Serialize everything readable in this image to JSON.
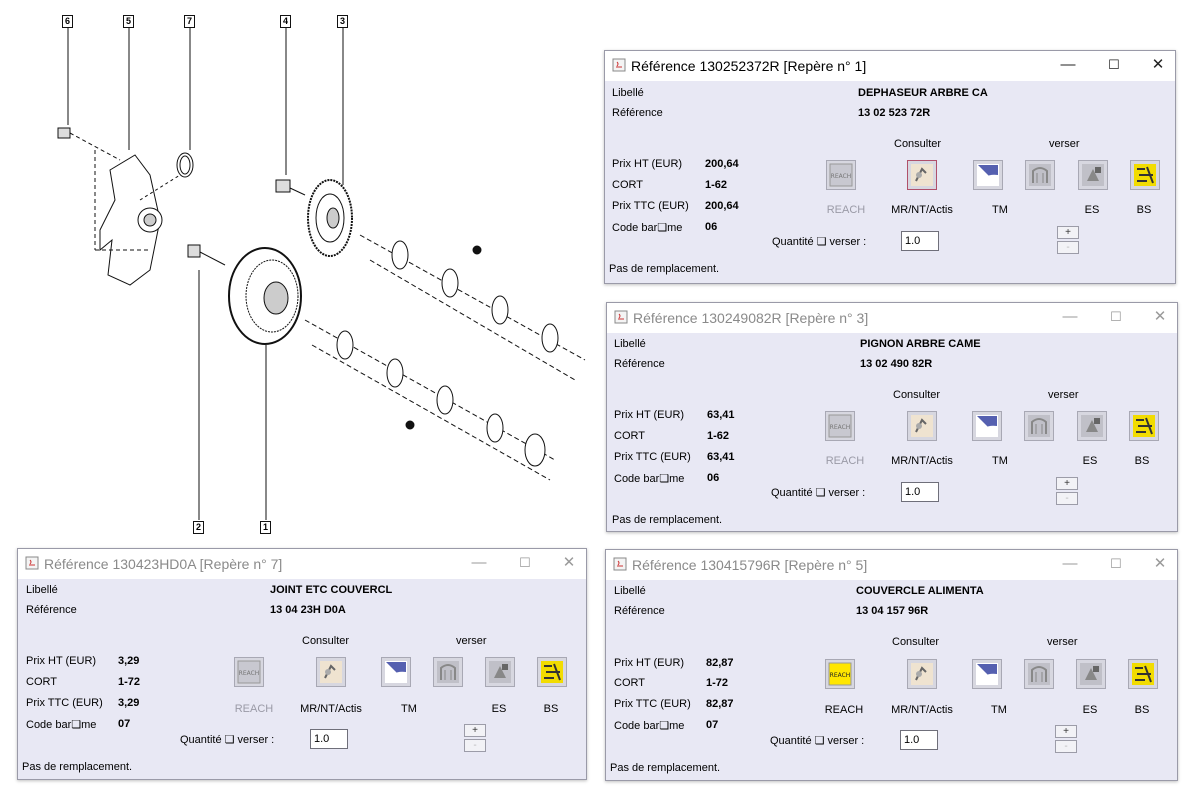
{
  "diagram": {
    "callouts": [
      "6",
      "5",
      "7",
      "4",
      "3",
      "2",
      "1"
    ]
  },
  "windows": [
    {
      "title": "Référence 130252372R [Repère n° 1]",
      "libelle_label": "Libellé",
      "libelle": "DEPHASEUR ARBRE CA",
      "reference_label": "Référence",
      "reference": "13 02 523 72R",
      "prix_ht_label": "Prix HT (EUR)",
      "prix_ht": "200,64",
      "cort_label": "CORT",
      "cort": "1-62",
      "prix_ttc_label": "Prix TTC (EUR)",
      "prix_ttc": "200,64",
      "code_label": "Code bar❏me",
      "code": "06",
      "consulter_label": "Consulter",
      "verser_label": "verser",
      "icons": {
        "reach": "REACH",
        "mr": "MR/NT/Actis",
        "tm": "TM",
        "es": "ES",
        "bs": "BS"
      },
      "reach_enabled": false,
      "quantite_label": "Quantité ❏ verser :",
      "quantite": "1.0",
      "plus": "+",
      "minus": "-",
      "note": "Pas de remplacement."
    },
    {
      "title": "Référence 130249082R [Repère n° 3]",
      "libelle_label": "Libellé",
      "libelle": "PIGNON ARBRE CAME",
      "reference_label": "Référence",
      "reference": "13 02 490 82R",
      "prix_ht_label": "Prix HT (EUR)",
      "prix_ht": "63,41",
      "cort_label": "CORT",
      "cort": "1-62",
      "prix_ttc_label": "Prix TTC (EUR)",
      "prix_ttc": "63,41",
      "code_label": "Code bar❏me",
      "code": "06",
      "consulter_label": "Consulter",
      "verser_label": "verser",
      "icons": {
        "reach": "REACH",
        "mr": "MR/NT/Actis",
        "tm": "TM",
        "es": "ES",
        "bs": "BS"
      },
      "reach_enabled": false,
      "quantite_label": "Quantité ❏ verser :",
      "quantite": "1.0",
      "plus": "+",
      "minus": "-",
      "note": "Pas de remplacement."
    },
    {
      "title": "Référence 130423HD0A [Repère n° 7]",
      "libelle_label": "Libellé",
      "libelle": "JOINT ETC COUVERCL",
      "reference_label": "Référence",
      "reference": "13 04 23H D0A",
      "prix_ht_label": "Prix HT (EUR)",
      "prix_ht": "3,29",
      "cort_label": "CORT",
      "cort": "1-72",
      "prix_ttc_label": "Prix TTC (EUR)",
      "prix_ttc": "3,29",
      "code_label": "Code bar❏me",
      "code": "07",
      "consulter_label": "Consulter",
      "verser_label": "verser",
      "icons": {
        "reach": "REACH",
        "mr": "MR/NT/Actis",
        "tm": "TM",
        "es": "ES",
        "bs": "BS"
      },
      "reach_enabled": false,
      "quantite_label": "Quantité ❏ verser :",
      "quantite": "1.0",
      "plus": "+",
      "minus": "-",
      "note": "Pas de remplacement."
    },
    {
      "title": "Référence 130415796R [Repère n° 5]",
      "libelle_label": "Libellé",
      "libelle": "COUVERCLE ALIMENTA",
      "reference_label": "Référence",
      "reference": "13 04 157 96R",
      "prix_ht_label": "Prix HT (EUR)",
      "prix_ht": "82,87",
      "cort_label": "CORT",
      "cort": "1-72",
      "prix_ttc_label": "Prix TTC (EUR)",
      "prix_ttc": "82,87",
      "code_label": "Code bar❏me",
      "code": "07",
      "consulter_label": "Consulter",
      "verser_label": "verser",
      "icons": {
        "reach": "REACH",
        "mr": "MR/NT/Actis",
        "tm": "TM",
        "es": "ES",
        "bs": "BS"
      },
      "reach_enabled": true,
      "quantite_label": "Quantité ❏ verser :",
      "quantite": "1.0",
      "plus": "+",
      "minus": "-",
      "note": "Pas de remplacement."
    }
  ]
}
